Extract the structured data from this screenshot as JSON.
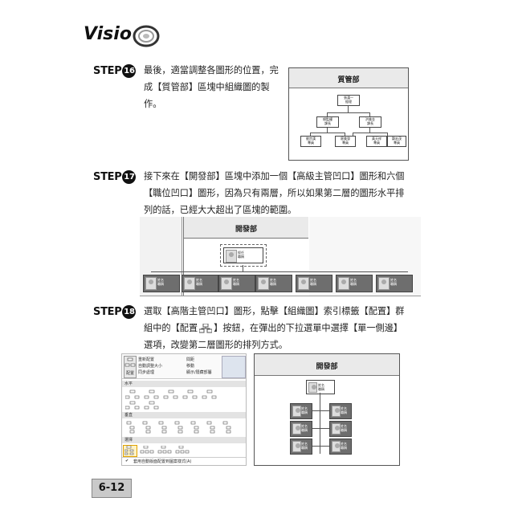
{
  "logo": {
    "text": "Visio"
  },
  "steps": [
    {
      "label": "STEP",
      "number": "16",
      "lines": [
        "最後，適當調整各圖形的位置，完",
        "成【質管部】區塊中組織圖的製作。"
      ]
    },
    {
      "label": "STEP",
      "number": "17",
      "lines": [
        "接下來在【開發部】區塊中添加一個【高級主管凹口】圖形和六個",
        "【職位凹口】圖形，因為只有兩層，所以如果第二層的圖形水平排",
        "列的話，已經大大超出了區塊的範圍。"
      ]
    },
    {
      "label": "STEP",
      "number": "18",
      "lines": [
        "選取【高階主管凹口】圖形，點擊【組織圖】索引標籤【配置】群",
        "組中的【配置",
        "】按鈕，在彈出的下拉選單中選擇【單一側邊】",
        "選項，改變第二層圖形的排列方式。"
      ]
    }
  ],
  "fig1": {
    "title": "質管部",
    "top": [
      "張漢一",
      "經理"
    ],
    "mid": [
      [
        "總監權",
        "課長"
      ],
      [
        "洪美金",
        "課長"
      ]
    ],
    "bottom": [
      [
        "劉宗漢",
        "專員"
      ],
      [
        "廖美發",
        "專員"
      ],
      [
        "黃天祥",
        "專員"
      ],
      [
        "鄭宏茂",
        "專員"
      ]
    ]
  },
  "fig2": {
    "title": "開發部",
    "top": [
      "經任",
      "職稱"
    ],
    "card": [
      "姓名",
      "職稱"
    ]
  },
  "fig3": {
    "ribbon": {
      "arrange_label": "配置",
      "rows": [
        "重新配置",
        "自動調整大小",
        "同步處理"
      ],
      "right_rows": [
        "間距",
        "移動",
        "顯示/隱藏部屬"
      ],
      "groups": [
        "水平",
        "垂直",
        "選擇"
      ],
      "footer": "套用自動版面配置到圖案樣式(A)"
    },
    "title": "開發部",
    "top": [
      "姓名",
      "職稱"
    ],
    "card": [
      "姓名",
      "職稱"
    ]
  },
  "page_number": "6-12"
}
